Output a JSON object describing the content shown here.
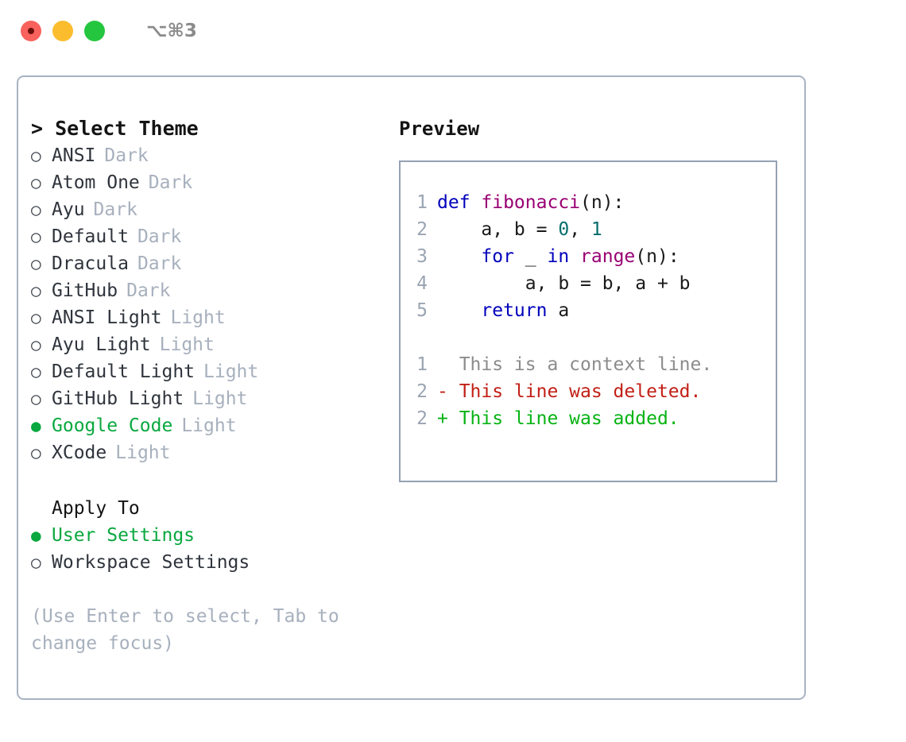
{
  "titlebar": {
    "shortcut": "⌥⌘3",
    "buttons": [
      {
        "name": "close",
        "color": "#f9615c"
      },
      {
        "name": "minimize",
        "color": "#fbbd2e"
      },
      {
        "name": "maximize",
        "color": "#25c63f"
      }
    ]
  },
  "left": {
    "list_title": "> Select Theme",
    "themes": [
      {
        "marker": "○",
        "name": "ANSI",
        "tag": "Dark",
        "selected": false
      },
      {
        "marker": "○",
        "name": "Atom One",
        "tag": "Dark",
        "selected": false
      },
      {
        "marker": "○",
        "name": "Ayu",
        "tag": "Dark",
        "selected": false
      },
      {
        "marker": "○",
        "name": "Default",
        "tag": "Dark",
        "selected": false
      },
      {
        "marker": "○",
        "name": "Dracula",
        "tag": "Dark",
        "selected": false
      },
      {
        "marker": "○",
        "name": "GitHub",
        "tag": "Dark",
        "selected": false
      },
      {
        "marker": "○",
        "name": "ANSI Light",
        "tag": "Light",
        "selected": false
      },
      {
        "marker": "○",
        "name": "Ayu Light",
        "tag": "Light",
        "selected": false
      },
      {
        "marker": "○",
        "name": "Default Light",
        "tag": "Light",
        "selected": false
      },
      {
        "marker": "○",
        "name": "GitHub Light",
        "tag": "Light",
        "selected": false
      },
      {
        "marker": "●",
        "name": "Google Code",
        "tag": "Light",
        "selected": true
      },
      {
        "marker": "○",
        "name": "XCode",
        "tag": "Light",
        "selected": false
      }
    ],
    "apply_title": "Apply To",
    "apply_options": [
      {
        "marker": "●",
        "label": "User Settings",
        "selected": true
      },
      {
        "marker": "○",
        "label": "Workspace Settings",
        "selected": false
      }
    ],
    "hint": "(Use Enter to select, Tab to change focus)"
  },
  "right": {
    "preview_title": "Preview",
    "code_lines": [
      {
        "ln": "1",
        "tokens": [
          {
            "t": "def ",
            "c": "kw"
          },
          {
            "t": "fibonacci",
            "c": "fn"
          },
          {
            "t": "(n):",
            "c": "plain"
          }
        ]
      },
      {
        "ln": "2",
        "tokens": [
          {
            "t": "    a, b = ",
            "c": "plain"
          },
          {
            "t": "0",
            "c": "num"
          },
          {
            "t": ", ",
            "c": "plain"
          },
          {
            "t": "1",
            "c": "num"
          }
        ]
      },
      {
        "ln": "3",
        "tokens": [
          {
            "t": "    ",
            "c": "plain"
          },
          {
            "t": "for",
            "c": "kw"
          },
          {
            "t": " _ ",
            "c": "plain"
          },
          {
            "t": "in",
            "c": "kw"
          },
          {
            "t": " ",
            "c": "plain"
          },
          {
            "t": "range",
            "c": "fn"
          },
          {
            "t": "(n):",
            "c": "plain"
          }
        ]
      },
      {
        "ln": "4",
        "tokens": [
          {
            "t": "        a, b = b, a + b",
            "c": "plain"
          }
        ]
      },
      {
        "ln": "5",
        "tokens": [
          {
            "t": "    ",
            "c": "plain"
          },
          {
            "t": "return",
            "c": "kw"
          },
          {
            "t": " a",
            "c": "plain"
          }
        ]
      }
    ],
    "diff_lines": [
      {
        "ln": "1",
        "text": "  This is a context line.",
        "kind": "ctx"
      },
      {
        "ln": "2",
        "text": "- This line was deleted.",
        "kind": "del"
      },
      {
        "ln": "2",
        "text": "+ This line was added.",
        "kind": "add"
      }
    ]
  },
  "colors": {
    "accent_green": "#0aa83f",
    "border": "#a8b3c2",
    "preview_border": "#95a1b2",
    "muted": "#a7b0bd",
    "keyword": "#0000bb",
    "function": "#990073",
    "number": "#066d6d",
    "diff_add": "#07b313",
    "diff_del": "#c21f16",
    "diff_ctx": "#8c8c8c"
  }
}
